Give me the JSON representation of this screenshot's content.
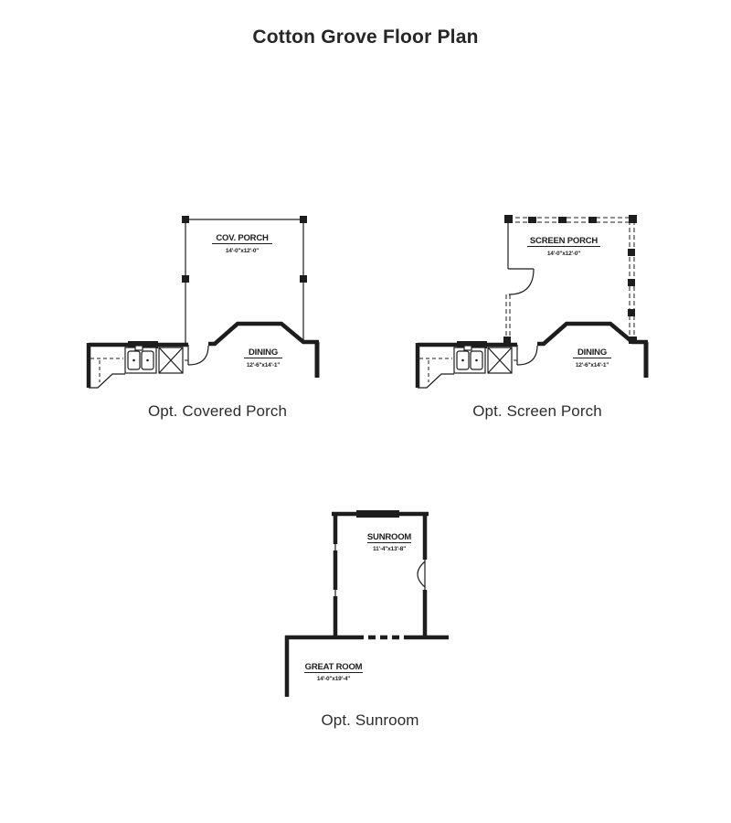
{
  "page": {
    "title": "Cotton Grove Floor Plan"
  },
  "colors": {
    "ink": "#1d1d1d",
    "text": "#2d2d2d",
    "background": "#ffffff"
  },
  "plans": [
    {
      "caption": "Opt. Covered Porch",
      "rooms": [
        {
          "label": "COV. PORCH",
          "dims": "14'-0\"x12'-0\""
        },
        {
          "label": "DINING",
          "dims": "12'-6\"x14'-1\""
        }
      ]
    },
    {
      "caption": "Opt. Screen Porch",
      "rooms": [
        {
          "label": "SCREEN PORCH",
          "dims": "14'-0\"x12'-0\""
        },
        {
          "label": "DINING",
          "dims": "12'-6\"x14'-1\""
        }
      ]
    },
    {
      "caption": "Opt. Sunroom",
      "rooms": [
        {
          "label": "SUNROOM",
          "dims": "11'-4\"x13'-8\""
        },
        {
          "label": "GREAT ROOM",
          "dims": "14'-0\"x19'-4\""
        }
      ]
    }
  ]
}
